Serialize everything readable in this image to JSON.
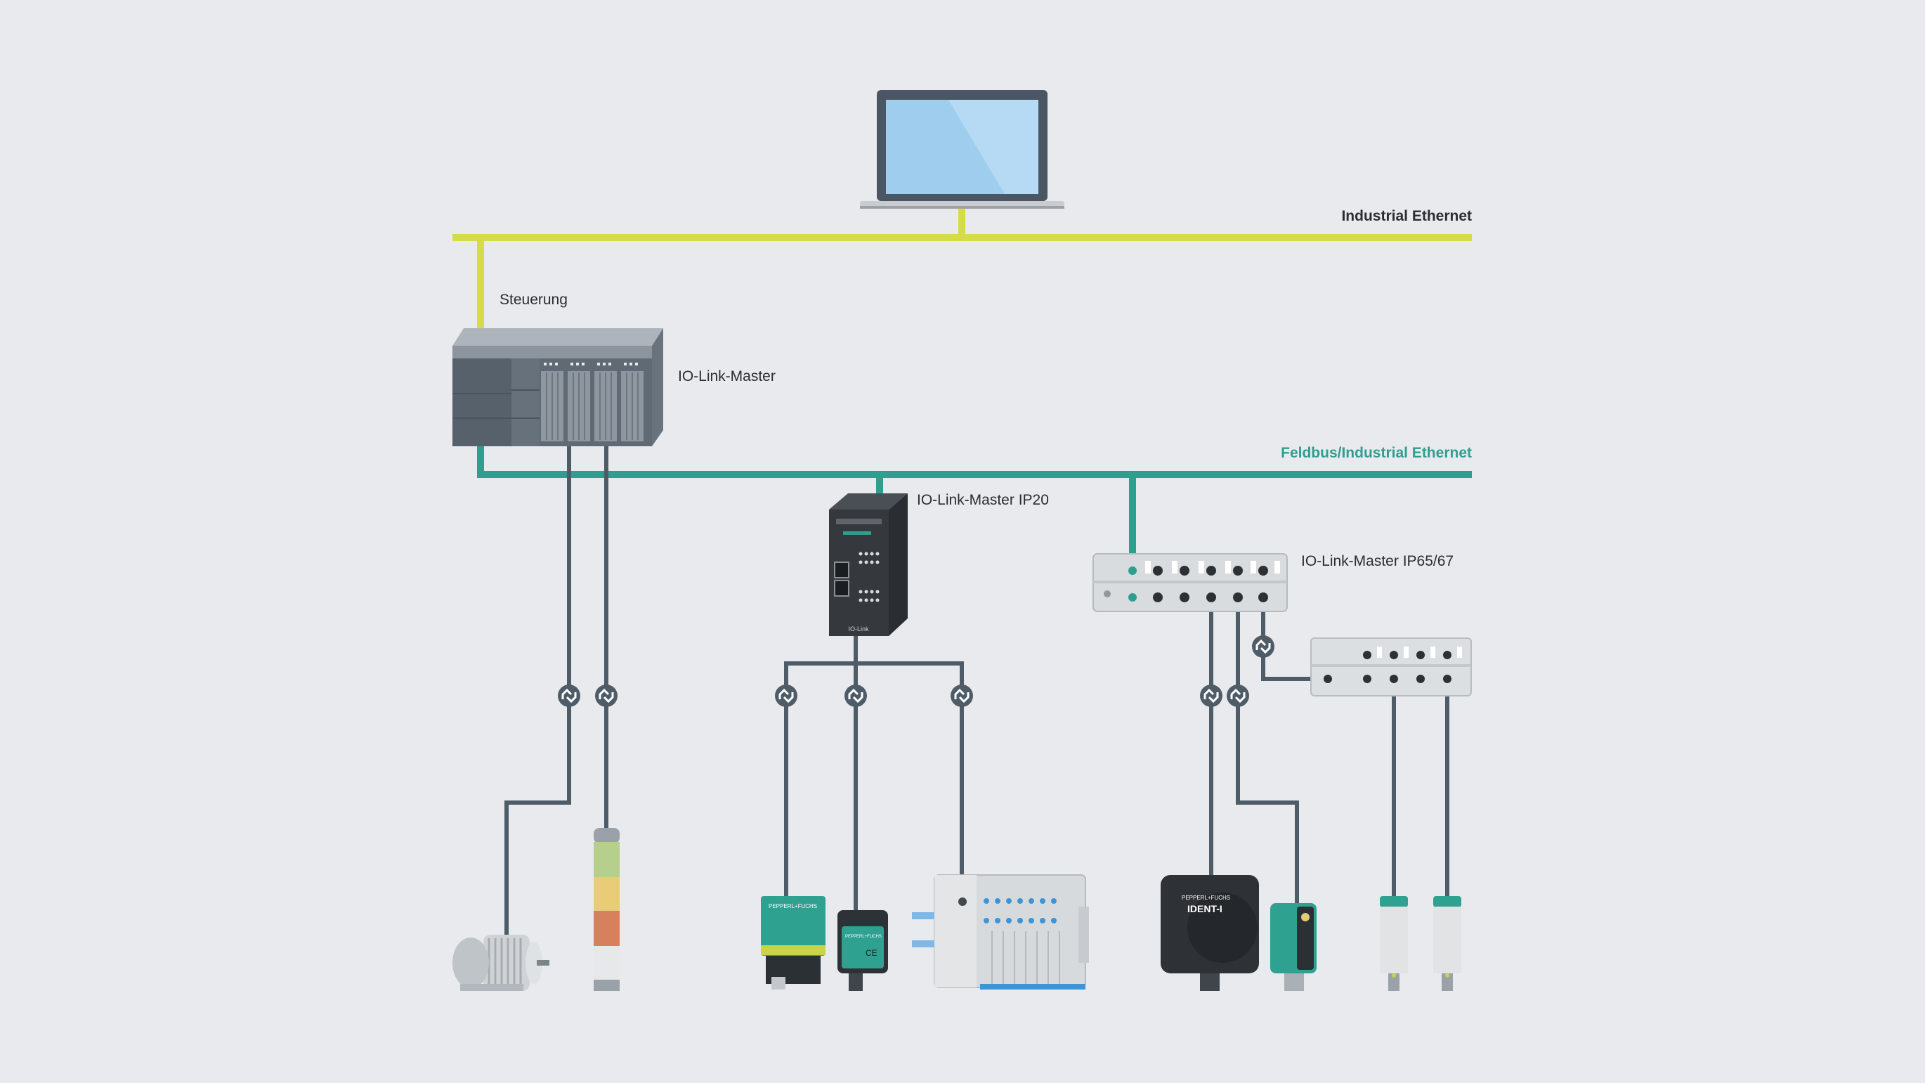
{
  "labels": {
    "industrial_ethernet": "Industrial Ethernet",
    "steuerung": "Steuerung",
    "io_link_master": "IO-Link-Master",
    "feldbus": "Feldbus/Industrial Ethernet",
    "io_link_master_ip20": "IO-Link-Master IP20",
    "io_link_master_ip6567": "IO-Link-Master IP65/67"
  },
  "device_texts": {
    "brand": "PEPPERL+FUCHS",
    "encoder_name": "IDENT-I",
    "ce": "CE",
    "io_link": "IO-Link"
  },
  "colors": {
    "background": "#e9eaed",
    "industrial_ethernet_line": "#d5dc48",
    "fieldbus_line": "#2f9e8f",
    "io_link_cable": "#4e5c68",
    "text": "#2a2d31",
    "fieldbus_text": "#2f9e8f"
  }
}
